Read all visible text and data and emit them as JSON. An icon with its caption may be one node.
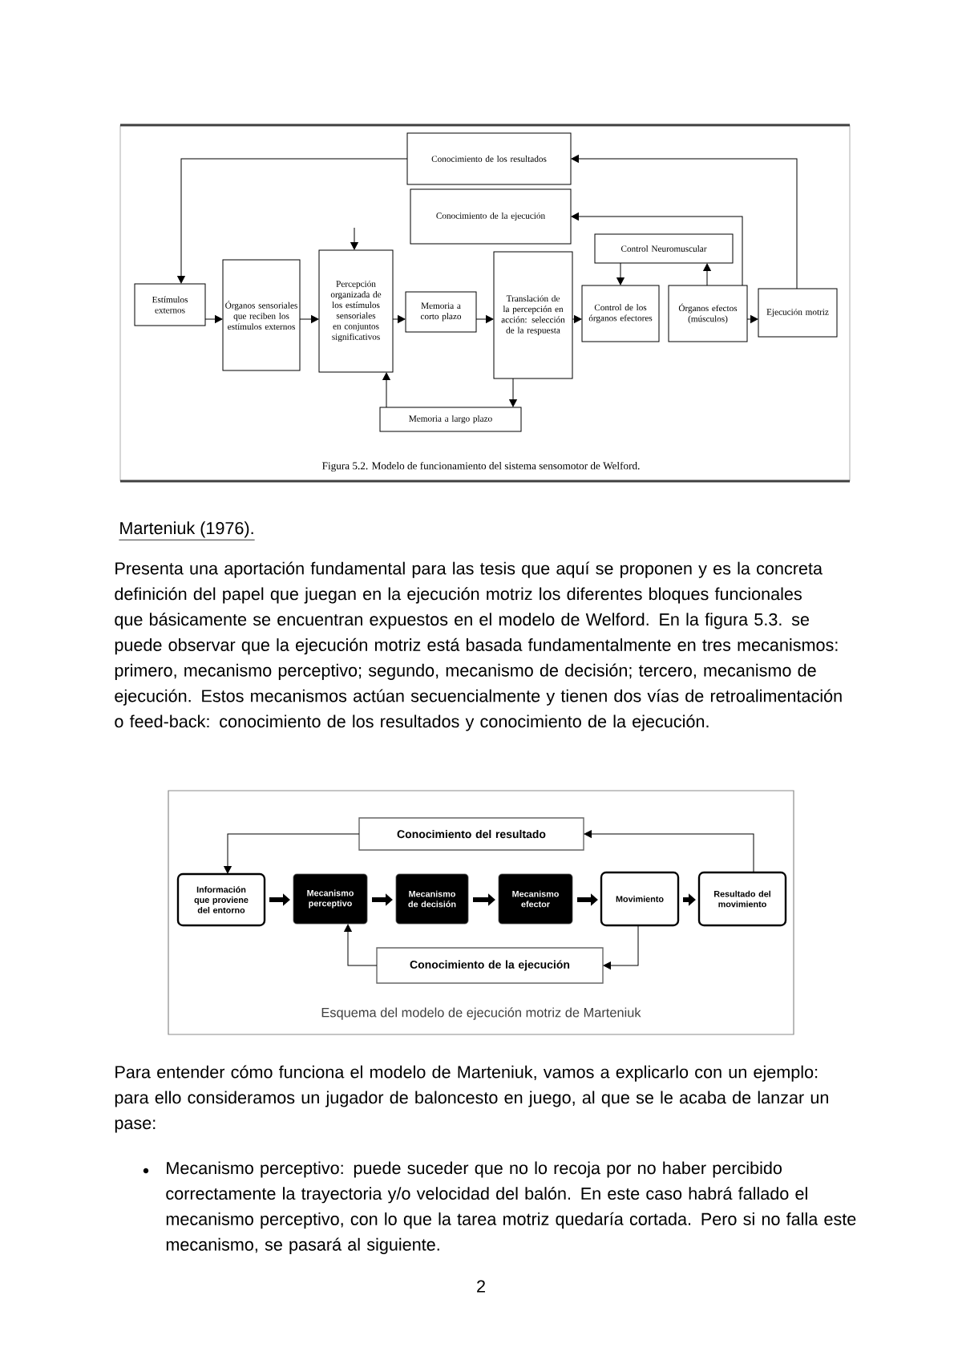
{
  "diagram": {
    "nodes": [
      {
        "text": [
          "Conocimiento de los resultados"
        ]
      },
      {
        "text": [
          "Conocimiento de la ejecución"
        ]
      },
      {
        "text": [
          "Estímulos externos"
        ]
      },
      {
        "text": [
          "Órganos sensoriales que reciben los estímulos externos"
        ]
      },
      {
        "text": [
          "Percepción organizada de los estímulos sensoriales en conjuntos significativos"
        ]
      },
      {
        "text": [
          "Memoria a corto plazo"
        ]
      },
      {
        "text": [
          "Translación de la percepción en acción: selección de la respuesta"
        ]
      },
      {
        "text": [
          "Control Neuromuscular"
        ]
      },
      {
        "text": [
          "Control de los órganos efectores"
        ]
      },
      {
        "text": [
          "Órganos efectos (músculos)"
        ]
      },
      {
        "text": [
          "Ejecución motriz"
        ]
      },
      {
        "text": [
          "Memoria a largo plazo"
        ]
      },
      {
        "text": [
          "Conocimiento del resultado"
        ]
      },
      {
        "text": [
          "Información que proviene del entorno"
        ]
      },
      {
        "text": [
          "Mecanismo perceptivo"
        ]
      },
      {
        "text": [
          "Mecanismo de decisión"
        ]
      },
      {
        "text": [
          "Mecanismo efector"
        ]
      },
      {
        "text": [
          "Movimiento"
        ]
      },
      {
        "text": [
          "Resultado del movimiento"
        ]
      },
      {
        "text": [
          "Conocimiento de la ejecución"
        ]
      }
    ],
    "edges": [
      {
        "from": 0,
        "to": 2,
        "arrow": "to"
      },
      {
        "from": 10,
        "to": 0,
        "arrow": "to"
      },
      {
        "from": 9,
        "to": 1,
        "arrow": "to"
      },
      {
        "from": null,
        "to": 4,
        "arrow": "to"
      },
      {
        "from": 2,
        "to": 3,
        "arrow": "to"
      },
      {
        "from": 3,
        "to": 4,
        "arrow": "to"
      },
      {
        "from": 4,
        "to": 5,
        "arrow": "to"
      },
      {
        "from": 5,
        "to": 6,
        "arrow": "to"
      },
      {
        "from": 6,
        "to": 8,
        "arrow": "to"
      },
      {
        "from": 7,
        "to": 8,
        "arrow": "to"
      },
      {
        "from": 9,
        "to": 7,
        "arrow": "to"
      },
      {
        "from": 9,
        "to": 10,
        "arrow": "to"
      },
      {
        "from": 11,
        "to": 4,
        "arrow": "to"
      },
      {
        "from": 6,
        "to": 11,
        "arrow": "to"
      },
      {
        "from": 18,
        "to": 12,
        "arrow": "to"
      },
      {
        "from": 12,
        "to": 13,
        "arrow": "to"
      },
      {
        "from": 13,
        "to": 14,
        "arrow": "to",
        "style": "thick"
      },
      {
        "from": 14,
        "to": 15,
        "arrow": "to",
        "style": "thick"
      },
      {
        "from": 15,
        "to": 16,
        "arrow": "to",
        "style": "thick"
      },
      {
        "from": 16,
        "to": 17,
        "arrow": "to",
        "style": "thick"
      },
      {
        "from": 17,
        "to": 18,
        "arrow": "to",
        "style": "thick"
      },
      {
        "from": 17,
        "to": 19,
        "arrow": "to"
      },
      {
        "from": 19,
        "to": 14,
        "arrow": "to"
      }
    ],
    "labels": [
      "Figura 5.2. Modelo de funcionamiento del sistema sensomotor de Welford.",
      "Marteniuk (1976).",
      "Presenta una aportación fundamental para las tesis que aquí se proponen y es la concreta definición del papel que juegan en la ejecución motriz los diferentes bloques funcionales que básicamente se encuentran expuestos en el modelo de Welford. En la figura 5.3. se puede observar que la ejecución motriz está basada fundamentalmente en tres mecanismos: primero, mecanismo perceptivo; segundo, mecanismo de decisión; tercero, mecanismo de ejecución. Estos mecanismos actúan secuencialmente y tienen dos vías de retroalimentación o feed-back: conocimiento de los resultados y conocimiento de la ejecución.",
      "Esquema del modelo de ejecución motriz de Marteniuk",
      "Para entender cómo funciona el modelo de Marteniuk, vamos a explicarlo con un ejemplo: para ello consideramos un jugador de baloncesto en juego, al que se le acaba de lanzar un pase:",
      "Mecanismo perceptivo: puede suceder que no lo recoja por no haber percibido correctamente la trayectoria y/o velocidad del balón. En este caso habrá fallado el mecanismo perceptivo, con lo que la tarea motriz quedaría cortada. Pero si no falla este mecanismo, se pasará al siguiente.",
      "2"
    ]
  }
}
